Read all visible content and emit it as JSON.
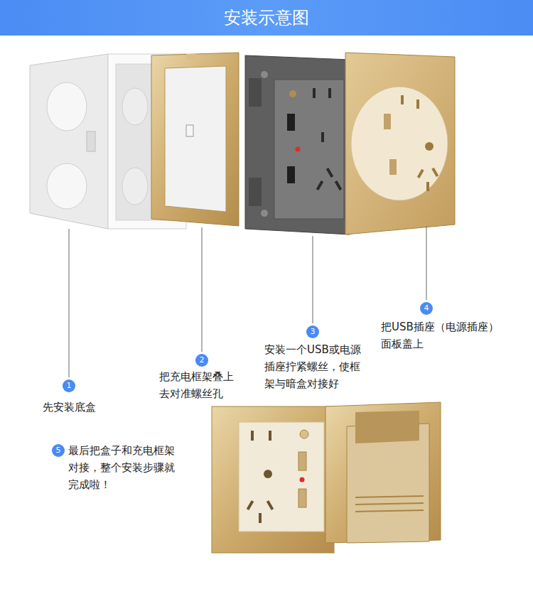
{
  "diagram": {
    "title": "安装示意图",
    "nodes": [
      {
        "text": [
          "1"
        ]
      },
      {
        "text": [
          "2"
        ]
      },
      {
        "text": [
          "3"
        ]
      },
      {
        "text": [
          "4"
        ]
      },
      {
        "text": [
          "5"
        ]
      }
    ],
    "labels": [
      "先安装底盒",
      "把充电框架叠上 去对准螺丝孔",
      "安装一个USB或电源 插座拧紧螺丝，使框 架与暗盒对接好",
      "把USB插座（电源插座） 面板盖上",
      "最后把盒子和充电框架 对接，整个安装步骤就 完成啦！"
    ]
  }
}
